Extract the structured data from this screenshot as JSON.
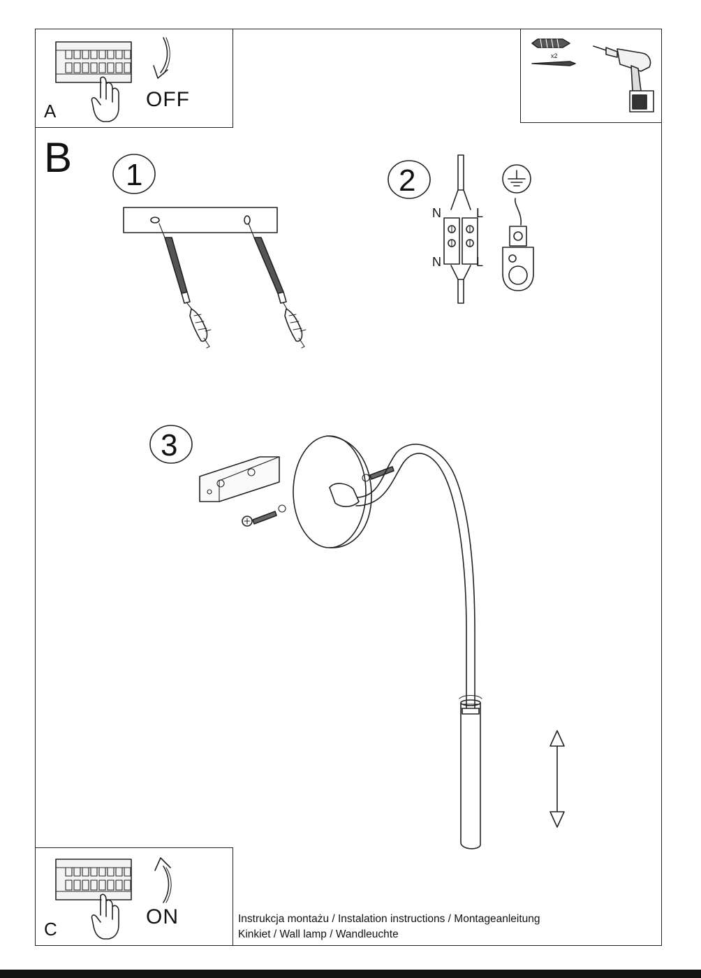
{
  "panels": {
    "a": {
      "letter": "A",
      "switch_label": "OFF"
    },
    "b": {
      "letter": "B"
    },
    "c": {
      "letter": "C",
      "switch_label": "ON"
    }
  },
  "steps": {
    "step1": "1",
    "step2": "2",
    "step3": "3"
  },
  "wiring": {
    "neutral_top": "N",
    "live_top": "L",
    "neutral_bottom": "N",
    "live_bottom": "L"
  },
  "tools": {
    "plug_count": "x2",
    "icons": [
      "wall-plug-icon",
      "screw-icon",
      "power-drill-icon"
    ]
  },
  "caption": {
    "line1": "Instrukcja montażu / Instalation instructions / Montageanleitung",
    "line2": "Kinkiet  / Wall lamp / Wandleuchte"
  }
}
